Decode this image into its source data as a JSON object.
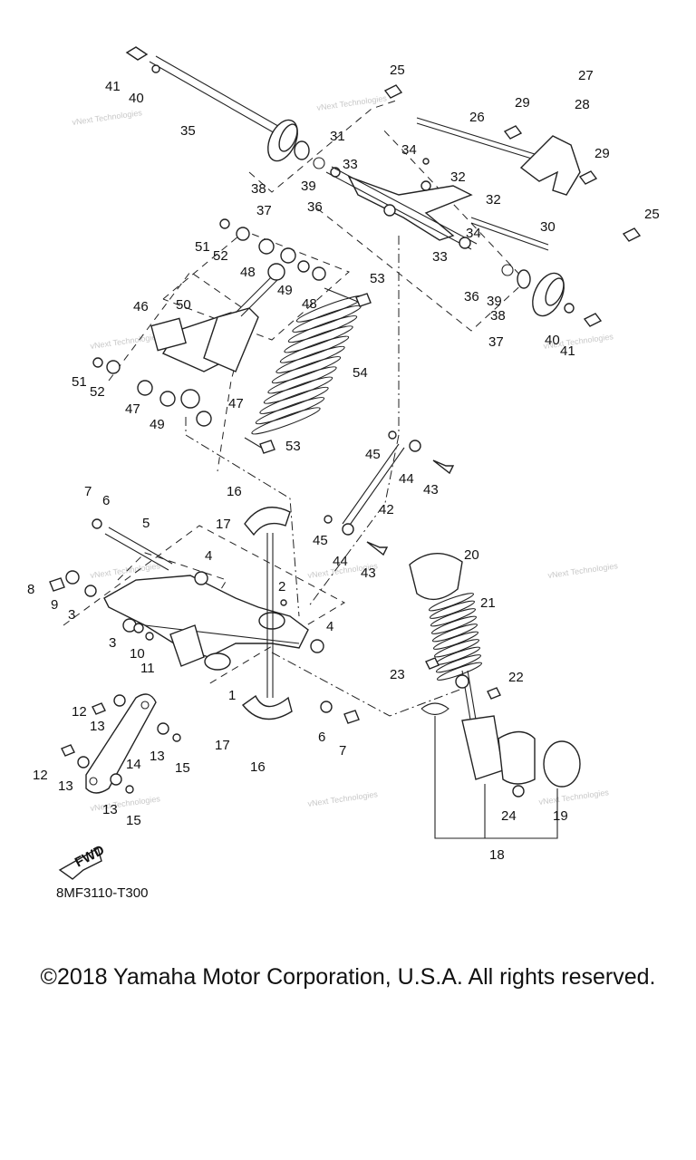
{
  "diagram_code": "8MF3110-T300",
  "copyright": "©2018 Yamaha Motor Corporation, U.S.A. All rights reserved.",
  "fwd_label": "FWD",
  "watermark": "vNext Technologies",
  "callouts": [
    "1",
    "2",
    "3",
    "3",
    "4",
    "4",
    "5",
    "6",
    "6",
    "7",
    "7",
    "8",
    "9",
    "10",
    "11",
    "12",
    "12",
    "13",
    "13",
    "13",
    "13",
    "14",
    "15",
    "15",
    "16",
    "16",
    "17",
    "17",
    "18",
    "19",
    "20",
    "21",
    "22",
    "23",
    "24",
    "25",
    "25",
    "26",
    "27",
    "28",
    "29",
    "29",
    "30",
    "31",
    "32",
    "32",
    "33",
    "33",
    "34",
    "34",
    "35",
    "36",
    "36",
    "37",
    "37",
    "38",
    "38",
    "39",
    "39",
    "40",
    "40",
    "41",
    "41",
    "42",
    "43",
    "43",
    "44",
    "44",
    "45",
    "45",
    "46",
    "47",
    "47",
    "48",
    "48",
    "49",
    "49",
    "50",
    "51",
    "51",
    "52",
    "52",
    "53",
    "53",
    "54"
  ]
}
